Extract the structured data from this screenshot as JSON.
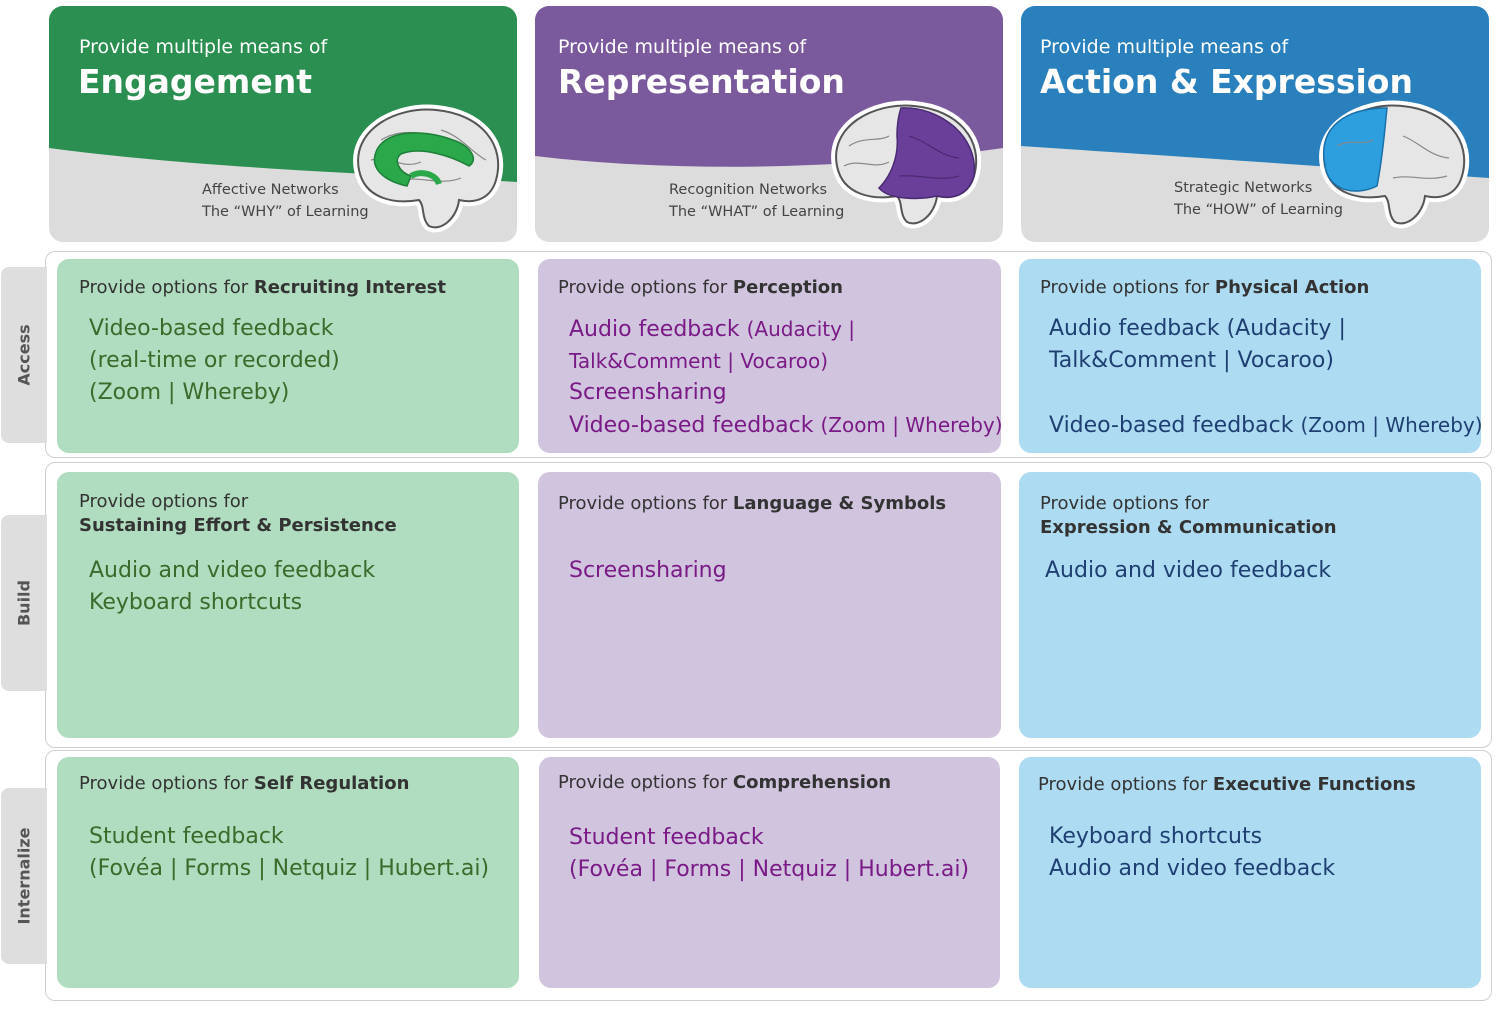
{
  "headers": [
    {
      "kicker": "Provide multiple means of",
      "principle": "Engagement",
      "network_line1": "Affective Networks",
      "network_line2": "The “WHY” of Learning",
      "color": "#2a8f50"
    },
    {
      "kicker": "Provide multiple means of",
      "principle": "Representation",
      "network_line1": "Recognition Networks",
      "network_line2": "The “WHAT” of Learning",
      "color": "#7a5a9c"
    },
    {
      "kicker": "Provide multiple means of",
      "principle": "Action & Expression",
      "network_line1": "Strategic Networks",
      "network_line2": "The “HOW” of Learning",
      "color": "#2a80bd"
    }
  ],
  "rows": [
    "Access",
    "Build",
    "Internalize"
  ],
  "cells": {
    "access": {
      "engagement": {
        "lead_prefix": "Provide options for ",
        "lead_bold": "Recruiting Interest",
        "lines": [
          "Video-based feedback",
          "(real-time or recorded)",
          "(Zoom | Whereby)"
        ]
      },
      "representation": {
        "lead_prefix": "Provide options for ",
        "lead_bold": "Perception",
        "line1_a": "Audio feedback ",
        "line1_b": "(Audacity |",
        "line2": "Talk&Comment | Vocaroo)",
        "line3": "Screensharing",
        "line4_a": "Video-based feedback ",
        "line4_b": "(Zoom | Whereby)"
      },
      "action": {
        "lead_prefix": "Provide options for ",
        "lead_bold": "Physical Action",
        "line1": "Audio feedback (Audacity |",
        "line2": "Talk&Comment | Vocaroo)",
        "line3_a": "Video-based feedback ",
        "line3_b": "(Zoom | Whereby)"
      }
    },
    "build": {
      "engagement": {
        "lead_line1": "Provide options for",
        "lead_bold": "Sustaining Effort & Persistence",
        "lines": [
          "Audio and video feedback",
          "Keyboard shortcuts"
        ]
      },
      "representation": {
        "lead_prefix": "Provide options for ",
        "lead_bold": "Language & Symbols",
        "lines": [
          "Screensharing"
        ]
      },
      "action": {
        "lead_line1": "Provide options for",
        "lead_bold": "Expression & Communication",
        "lines": [
          "Audio and video feedback"
        ]
      }
    },
    "internalize": {
      "engagement": {
        "lead_prefix": "Provide options for ",
        "lead_bold": "Self Regulation",
        "lines": [
          "Student feedback",
          "(Fovéa | Forms | Netquiz | Hubert.ai)"
        ]
      },
      "representation": {
        "lead_prefix": "Provide options for ",
        "lead_bold": "Comprehension",
        "lines": [
          "Student feedback",
          "(Fovéa | Forms | Netquiz | Hubert.ai)"
        ]
      },
      "action": {
        "lead_prefix": "Provide options for ",
        "lead_bold": "Executive Functions",
        "lines": [
          "Keyboard shortcuts",
          "Audio and video feedback"
        ]
      }
    }
  },
  "colors": {
    "engagement_header": "#2a8f50",
    "representation_header": "#7a5a9c",
    "action_header": "#2a80bd",
    "engagement_cell": "#b0dcbf",
    "representation_cell": "#d1c4de",
    "action_cell": "#addcf2"
  },
  "icons": [
    "brain-affective-icon",
    "brain-recognition-icon",
    "brain-strategic-icon"
  ]
}
